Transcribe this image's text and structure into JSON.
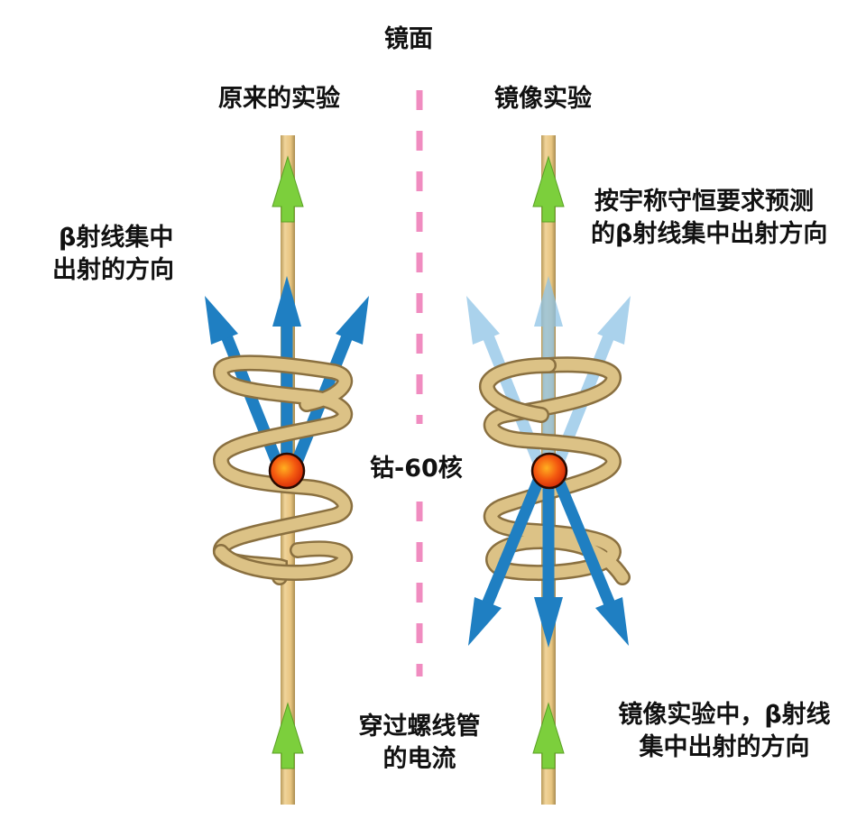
{
  "labels": {
    "mirror": "镜面",
    "original_experiment": "原来的实验",
    "mirror_experiment": "镜像实验",
    "beta_direction_original": [
      "β射线集中",
      "出射的方向"
    ],
    "beta_direction_predicted": [
      "按宇称守恒要求预测",
      "的β射线集中出射方向"
    ],
    "cobalt_nucleus": "钴-60核",
    "current_label": [
      "穿过螺线管",
      "的电流"
    ],
    "beta_direction_mirror": [
      "镜像实验中，β射线",
      "集中出射的方向"
    ]
  },
  "colors": {
    "rod": "#e8c580",
    "coil": "#d9bf85",
    "current_arrow": "#7ccf3c",
    "beta_arrow": "#1f7fc2",
    "beta_arrow_faded": "#9ecbe8",
    "nucleus": "#f04010",
    "mirror_line": "#f08cc0"
  },
  "experiments": [
    {
      "name": "original",
      "beta_direction": "up",
      "faded_prediction": false
    },
    {
      "name": "mirror",
      "beta_direction": "down",
      "faded_prediction": true
    }
  ]
}
